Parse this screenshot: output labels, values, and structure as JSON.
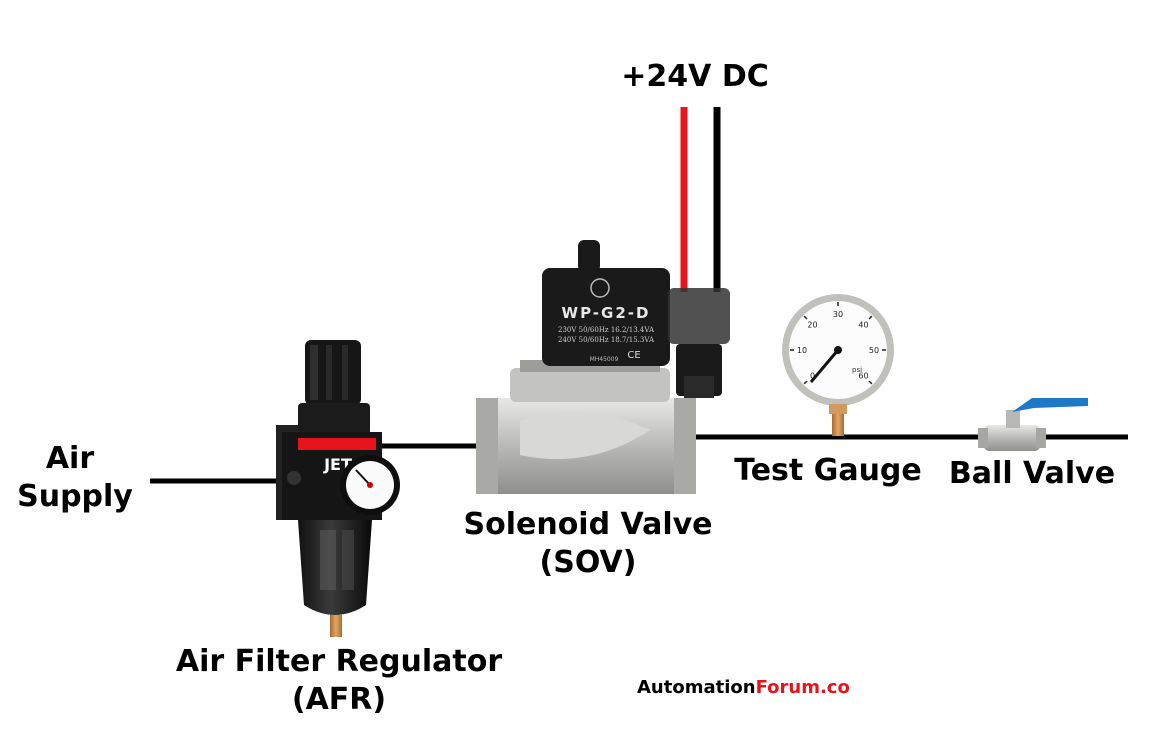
{
  "labels": {
    "supply": "+24V DC",
    "air_supply_line1": "Air",
    "air_supply_line2": "Supply",
    "afr_line1": "Air Filter Regulator",
    "afr_line2": "(AFR)",
    "sov_line1": "Solenoid Valve",
    "sov_line2": "(SOV)",
    "test_gauge": "Test Gauge",
    "ball_valve": "Ball Valve"
  },
  "coil_text": {
    "model": "WP-G2-D",
    "rating1": "230V 50/60Hz 16.2/13.4VA",
    "rating2": "240V 50/60Hz 18.7/15.3VA",
    "mark": "CE",
    "code": "MH45009"
  },
  "afr_text": {
    "brand": "JET"
  },
  "gauge": {
    "ticks": [
      "0",
      "10",
      "20",
      "30",
      "40",
      "50",
      "60"
    ],
    "unit": "psi"
  },
  "watermark": {
    "part1": "Automation",
    "part2": "Forum.co"
  },
  "colors": {
    "wire_positive": "#e8141c",
    "wire_negative": "#000000",
    "pipe": "#000000",
    "brand_accent": "#e8141c",
    "ball_valve_handle": "#1e78c8",
    "brass": "#c98a4a",
    "steel": "#c9c9c7"
  }
}
